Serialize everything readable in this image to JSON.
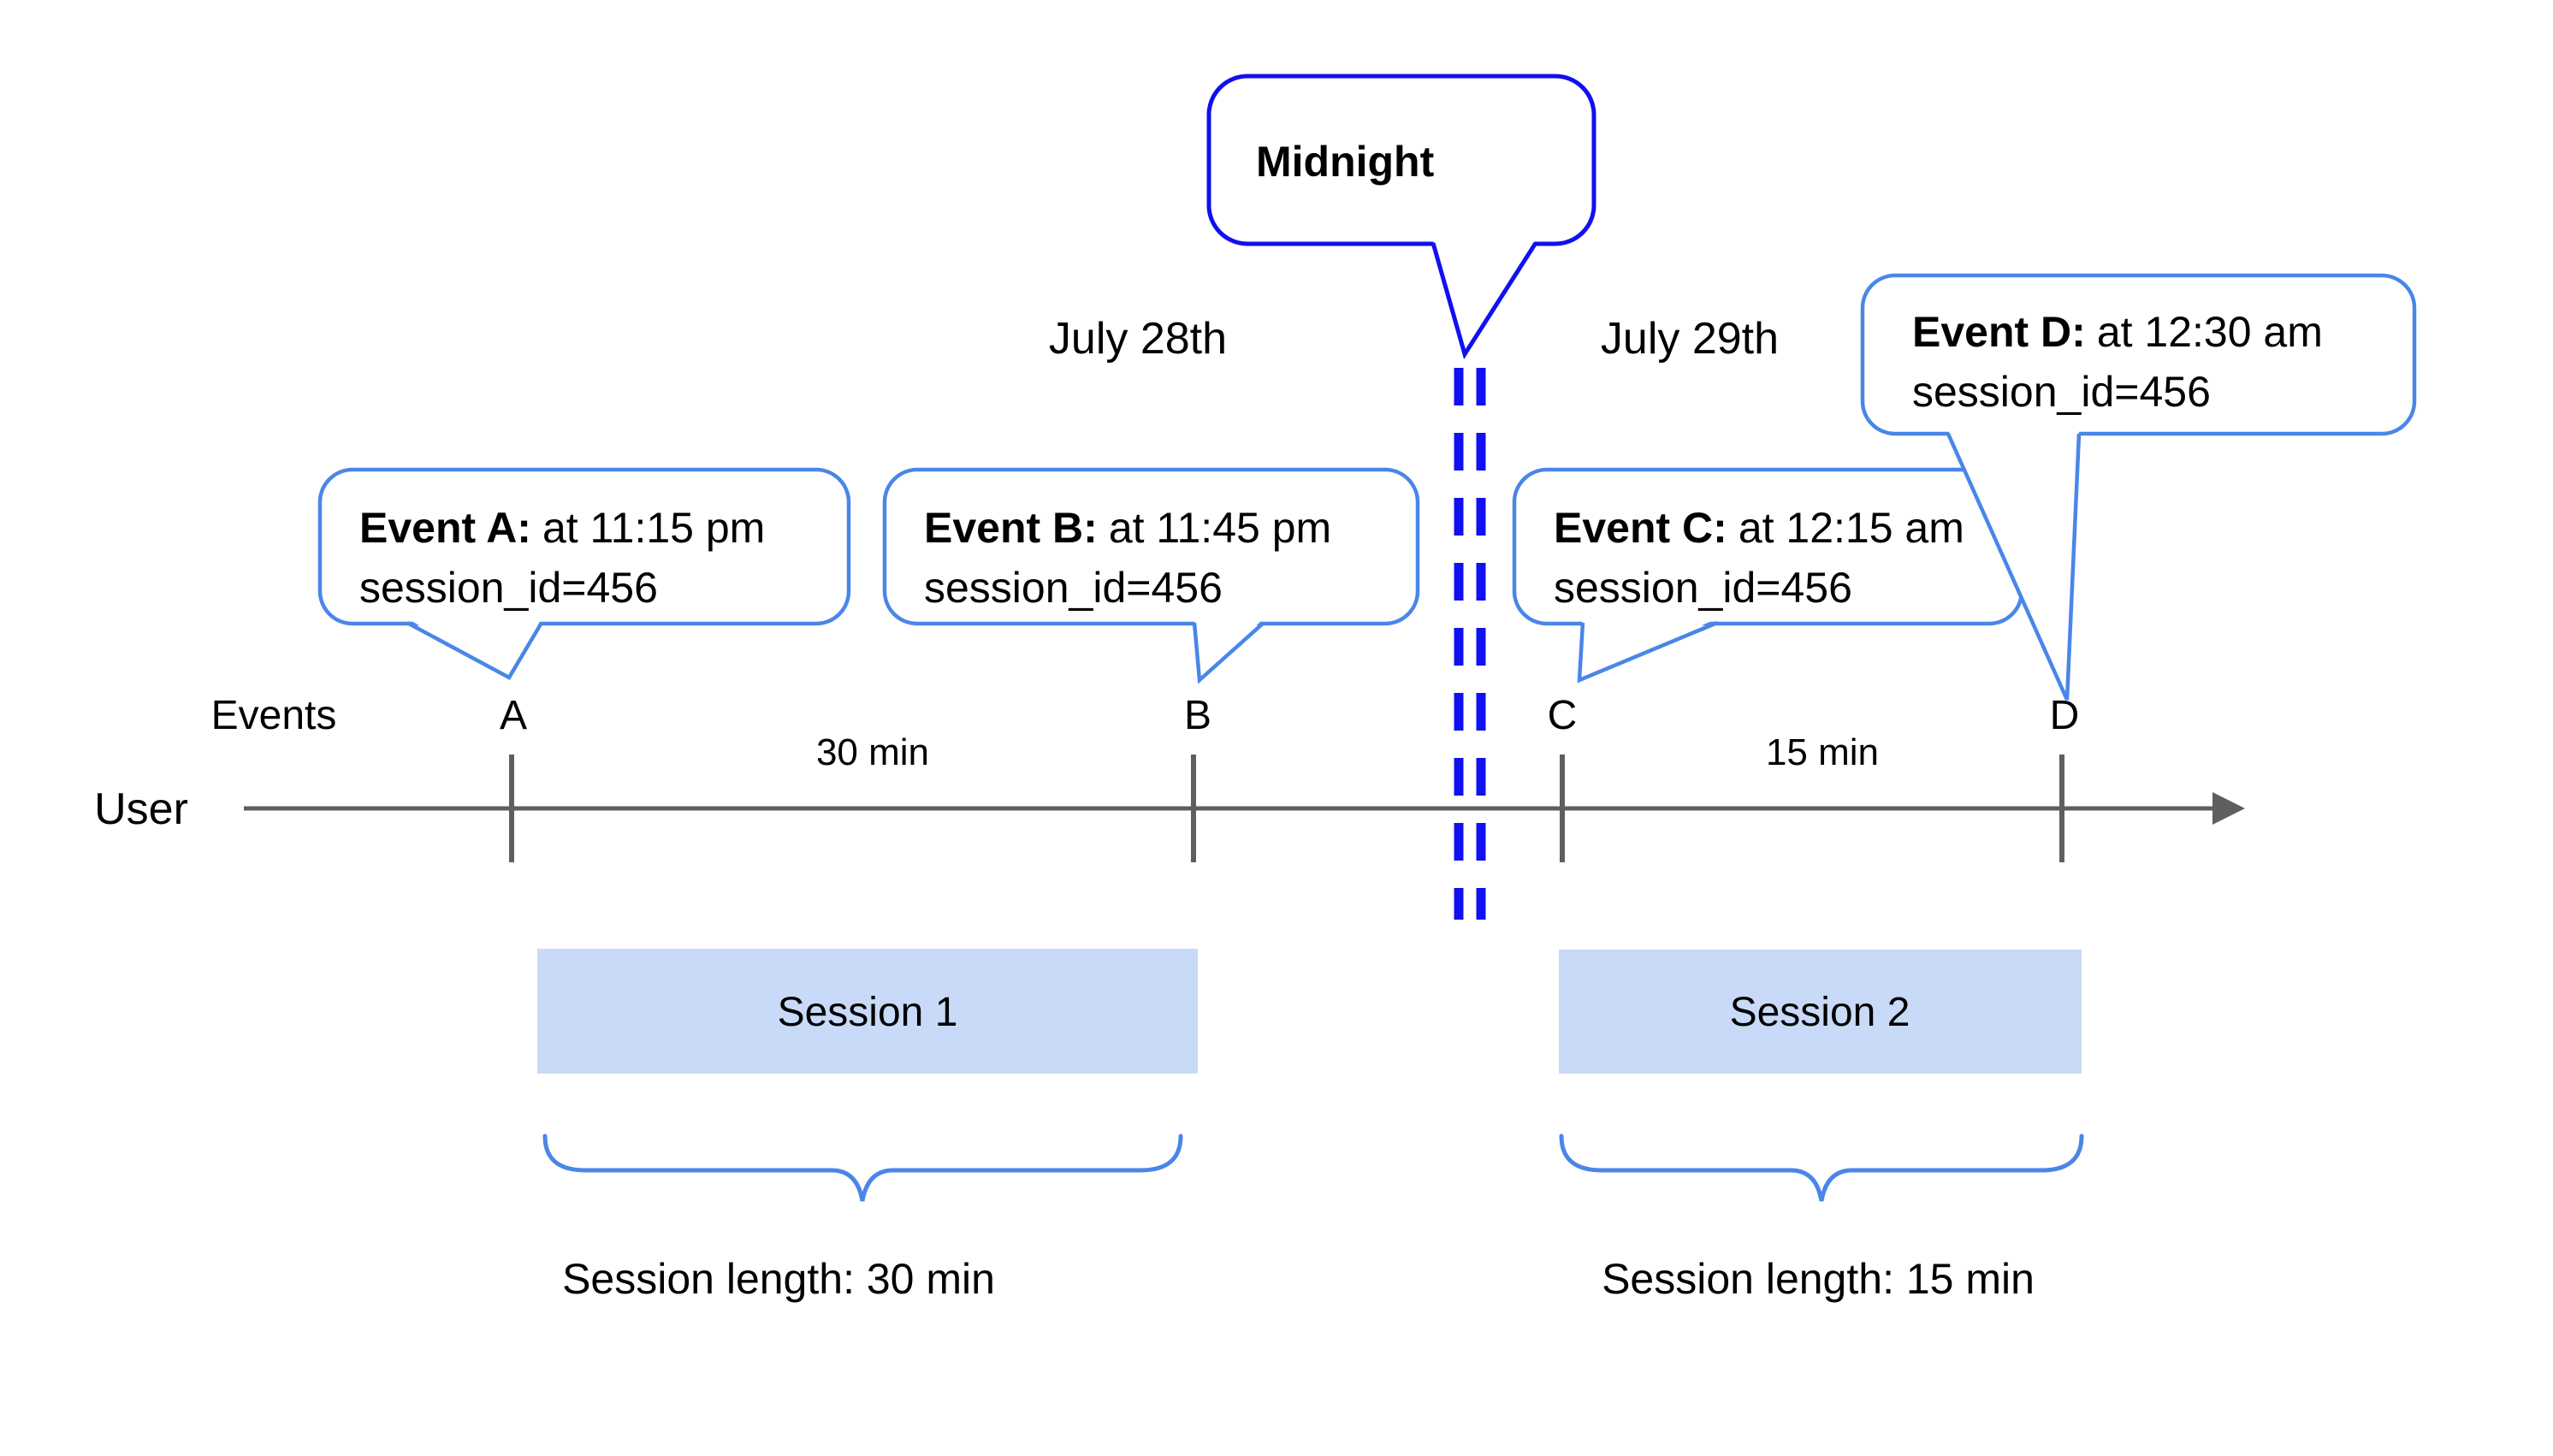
{
  "diagram": {
    "midnight_label": "Midnight",
    "date_left": "July 28th",
    "date_right": "July 29th",
    "events_axis_label": "Events",
    "user_label": "User",
    "events": [
      {
        "letter": "A",
        "title": "Event A:",
        "time": "at 11:15 pm",
        "session": "session_id=456"
      },
      {
        "letter": "B",
        "title": "Event B:",
        "time": "at 11:45 pm",
        "session": "session_id=456"
      },
      {
        "letter": "C",
        "title": "Event C:",
        "time": "at 12:15 am",
        "session": "session_id=456"
      },
      {
        "letter": "D",
        "title": "Event D:",
        "time": "at 12:30 am",
        "session": "session_id=456"
      }
    ],
    "intervals": [
      {
        "label": "30 min"
      },
      {
        "label": "15 min"
      }
    ],
    "sessions": [
      {
        "label": "Session 1",
        "length": "Session length: 30 min"
      },
      {
        "label": "Session 2",
        "length": "Session length: 15 min"
      }
    ],
    "colors": {
      "accent_blue": "#1010f0",
      "bubble_blue": "#4a86e8",
      "session_fill": "#c9daf8",
      "line_gray": "#5f5f5f",
      "text_color": "#000000"
    }
  }
}
